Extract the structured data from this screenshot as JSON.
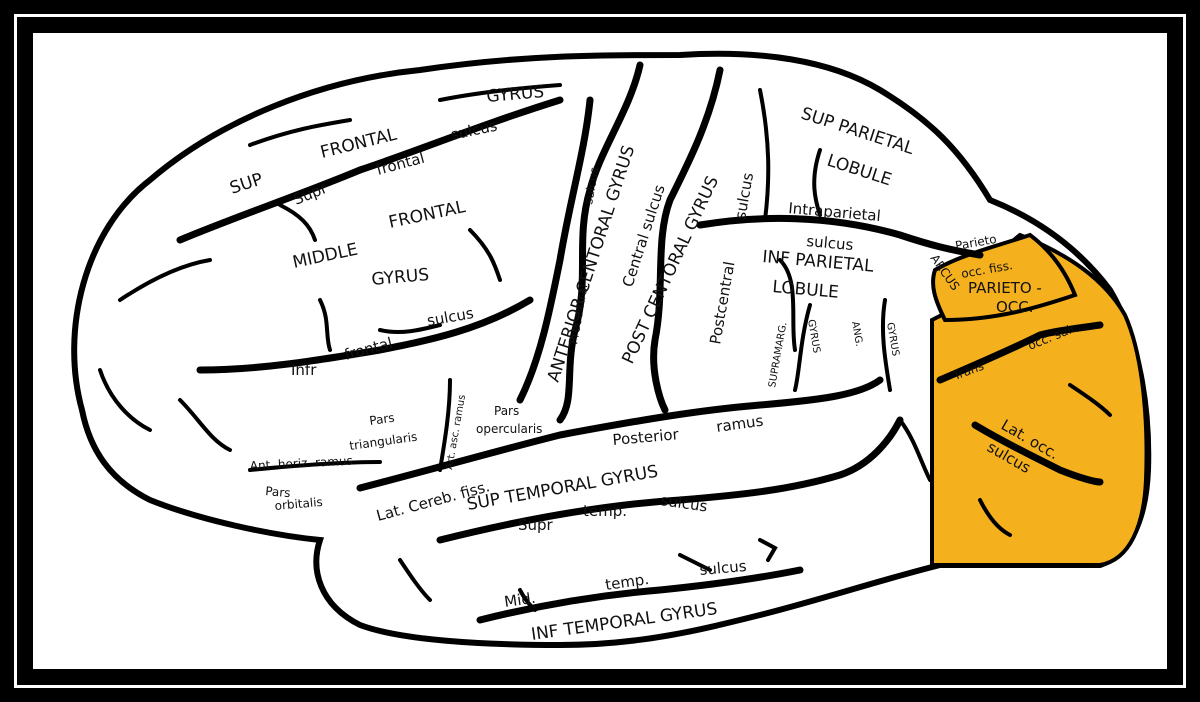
{
  "colors": {
    "background": "#ffffff",
    "frame": "#000000",
    "outline": "#000000",
    "occipital_fill": "#f5b01e"
  },
  "labels": {
    "sup": "SUP",
    "frontal_top": "FRONTAL",
    "gyrus_top": "GYRUS",
    "supr": "Supr",
    "frontal_sulcus_word": "frontal",
    "sulcus_sup": "sulcus",
    "middle": "MIDDLE",
    "frontal_mid": "FRONTAL",
    "gyrus_mid": "GYRUS",
    "infr": "Infr",
    "frontal_inf": "frontal",
    "sulcus_inf": "sulcus",
    "precentral": "Precentral",
    "sulcus_precentral": "sulcus",
    "anterior_centoral_gyrus": "ANTERIOR CENTORAL GYRUS",
    "central_sulcus": "Central sulcus",
    "post_centoral_gyrus": "POST CENTORAL GYRUS",
    "postcentral": "Postcentral",
    "sulcus_postcentral": "sulcus",
    "sup_parietal": "SUP PARIETAL",
    "lobule_sup": "LOBULE",
    "intraparietal": "Intraparietal",
    "sulcus_intraparietal": "sulcus",
    "inf_parietal": "INF PARIETAL",
    "lobule_inf": "LOBULE",
    "parieto": "Parieto",
    "arcus": "ARCUS",
    "occ_fiss": "occ. fiss.",
    "parieto_occ_line1": "PARIETO -",
    "parieto_occ_line2": "OCC.",
    "trans": "Trans",
    "occ_sulc": "occ. sulc.",
    "lat_occ": "Lat. occ.",
    "sulcus_lat_occ": "sulcus",
    "supramarg": "SUPRAMARG.",
    "gyrus_supramarg": "GYRUS",
    "ang": "ANG.",
    "gyrus_ang": "GYRUS",
    "pars_triangularis_1": "Pars",
    "pars_triangularis_2": "triangularis",
    "art_asc_ramus": "Art. asc. ramus",
    "ant_horiz_ramus": "Ant. horiz. ramus",
    "pars_orbitalis_1": "Pars",
    "pars_orbitalis_2": "orbitalis",
    "pars_opercularis_1": "Pars",
    "pars_opercularis_2": "opercularis",
    "posterior": "Posterior",
    "ramus": "ramus",
    "lat_cereb_fiss": "Lat. Cereb. fiss.",
    "sup_temporal_gyrus": "SUP TEMPORAL GYRUS",
    "supr_temp": "Supr",
    "temp_sup": "temp.",
    "sulcus_temp_sup": "sulcus",
    "mid_temp": "Mid.",
    "temp_mid": "temp.",
    "sulcus_temp_mid": "sulcus",
    "inf_temporal_gyrus": "INF TEMPORAL GYRUS"
  }
}
